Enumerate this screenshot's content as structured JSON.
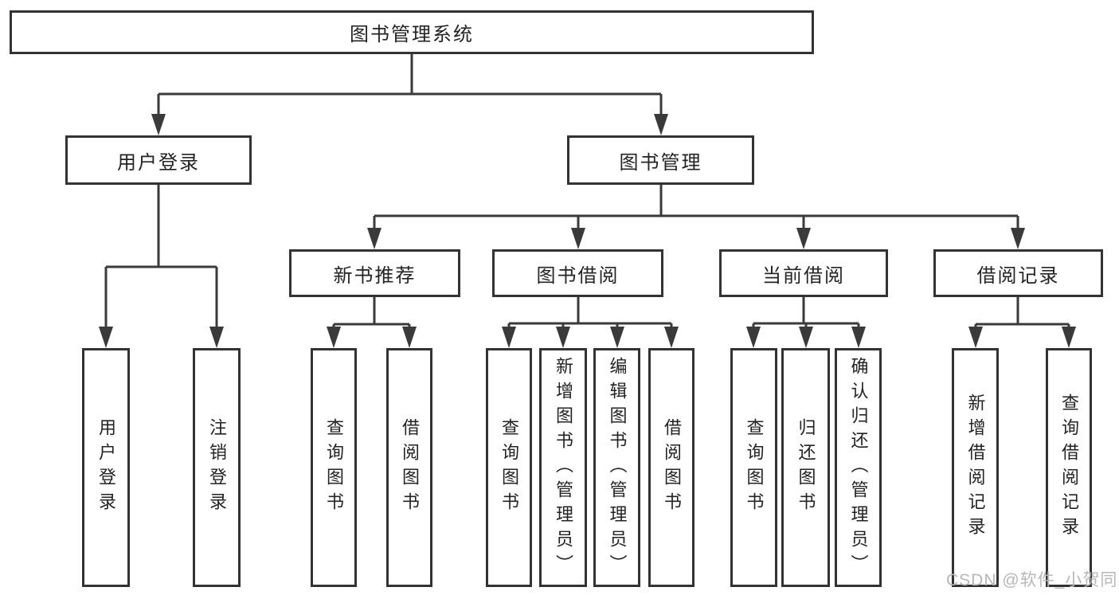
{
  "diagram": {
    "root_label": "图书管理系统",
    "user_login": {
      "label": "用户登录",
      "children": [
        "用户登录",
        "注销登录"
      ]
    },
    "book_mgmt": {
      "label": "图书管理",
      "new_books": {
        "label": "新书推荐",
        "children": [
          "查询图书",
          "借阅图书"
        ]
      },
      "book_borrow": {
        "label": "图书借阅",
        "children": [
          "查询图书",
          "新增图书（管理员）",
          "编辑图书（管理员）",
          "借阅图书"
        ]
      },
      "current_borrow": {
        "label": "当前借阅",
        "children": [
          "查询图书",
          "归还图书",
          "确认归还（管理员）"
        ]
      },
      "borrow_records": {
        "label": "借阅记录",
        "children": [
          "新增借阅记录",
          "查询借阅记录"
        ]
      }
    }
  },
  "watermark": "CSDN @软件_小贺同学",
  "colors": {
    "line": "#3a3a3a",
    "box_border": "#333333",
    "text": "#232323",
    "watermark": "#b7b7b7",
    "background": "#ffffff"
  }
}
